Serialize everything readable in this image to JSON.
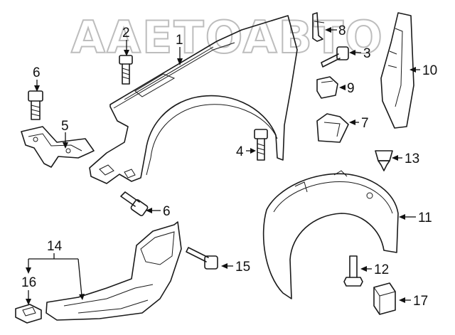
{
  "watermark": "AAETOABTO",
  "callouts": [
    {
      "id": "c1",
      "label": "1"
    },
    {
      "id": "c2",
      "label": "2"
    },
    {
      "id": "c3",
      "label": "3"
    },
    {
      "id": "c4",
      "label": "4"
    },
    {
      "id": "c5",
      "label": "5"
    },
    {
      "id": "c6a",
      "label": "6"
    },
    {
      "id": "c6b",
      "label": "6"
    },
    {
      "id": "c7",
      "label": "7"
    },
    {
      "id": "c8",
      "label": "8"
    },
    {
      "id": "c9",
      "label": "9"
    },
    {
      "id": "c10",
      "label": "10"
    },
    {
      "id": "c11",
      "label": "11"
    },
    {
      "id": "c12",
      "label": "12"
    },
    {
      "id": "c13",
      "label": "13"
    },
    {
      "id": "c14",
      "label": "14"
    },
    {
      "id": "c15",
      "label": "15"
    },
    {
      "id": "c16",
      "label": "16"
    },
    {
      "id": "c17",
      "label": "17"
    }
  ]
}
